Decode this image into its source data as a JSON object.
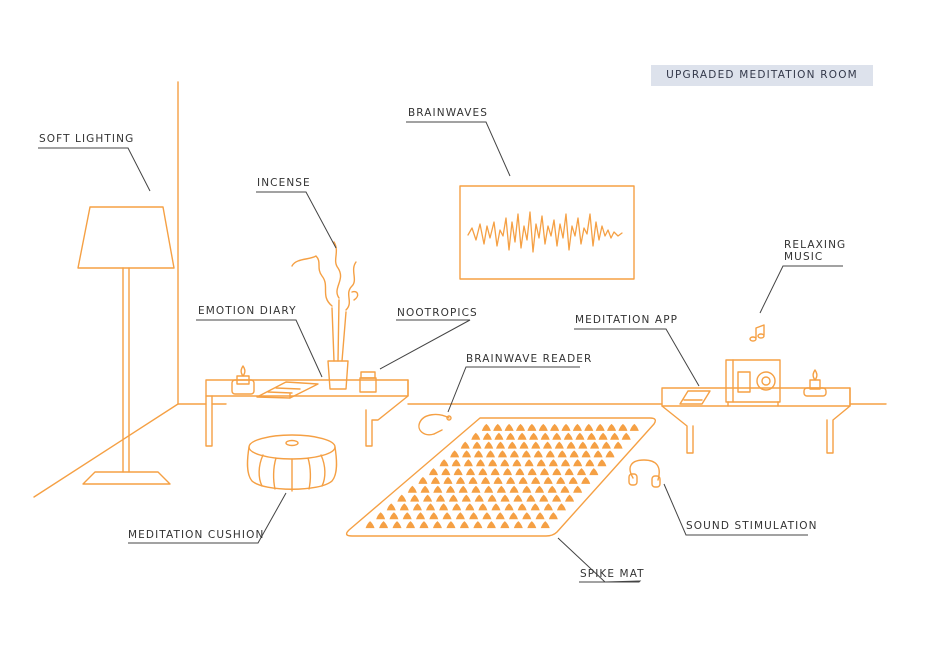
{
  "title": "UPGRADED MEDITATION ROOM",
  "colors": {
    "line": "#f5a044",
    "spike_fill": "#f5a044",
    "leader": "#444444",
    "badge_bg": "#dde2ec",
    "text": "#333333"
  },
  "labels": {
    "soft_lighting": "SOFT LIGHTING",
    "incense": "INCENSE",
    "brainwaves": "BRAINWAVES",
    "relaxing_music": "RELAXING\nMUSIC",
    "emotion_diary": "EMOTION DIARY",
    "nootropics": "NOOTROPICS",
    "meditation_app": "MEDITATION APP",
    "brainwave_reader": "BRAINWAVE READER",
    "meditation_cushion": "MEDITATION CUSHION",
    "sound_stimulation": "SOUND STIMULATION",
    "spike_mat": "SPIKE MAT"
  },
  "icons": [
    "floor-lamp-icon",
    "incense-icon",
    "brainwave-monitor-icon",
    "music-note-icon",
    "diary-book-icon",
    "nootropics-jar-icon",
    "phone-icon",
    "eeg-headband-icon",
    "cushion-icon",
    "headphones-icon",
    "spike-mat-icon",
    "radio-icon",
    "candle-icon"
  ]
}
